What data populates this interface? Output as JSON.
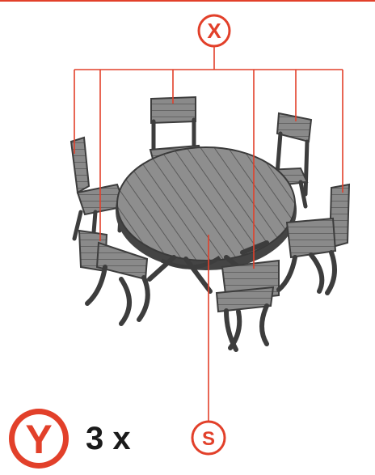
{
  "labels": {
    "chair_badge": "X",
    "table_badge": "S",
    "set_badge": "Y",
    "quantity_text": "3 x"
  },
  "colors": {
    "accent": "#e2402a",
    "wood_light": "#9a9a9a",
    "wood_mid": "#7d7d7d",
    "wood_dark": "#4e4e4e",
    "text": "#1a1a1a"
  },
  "icons": {
    "product": "round-table-with-six-chairs"
  }
}
